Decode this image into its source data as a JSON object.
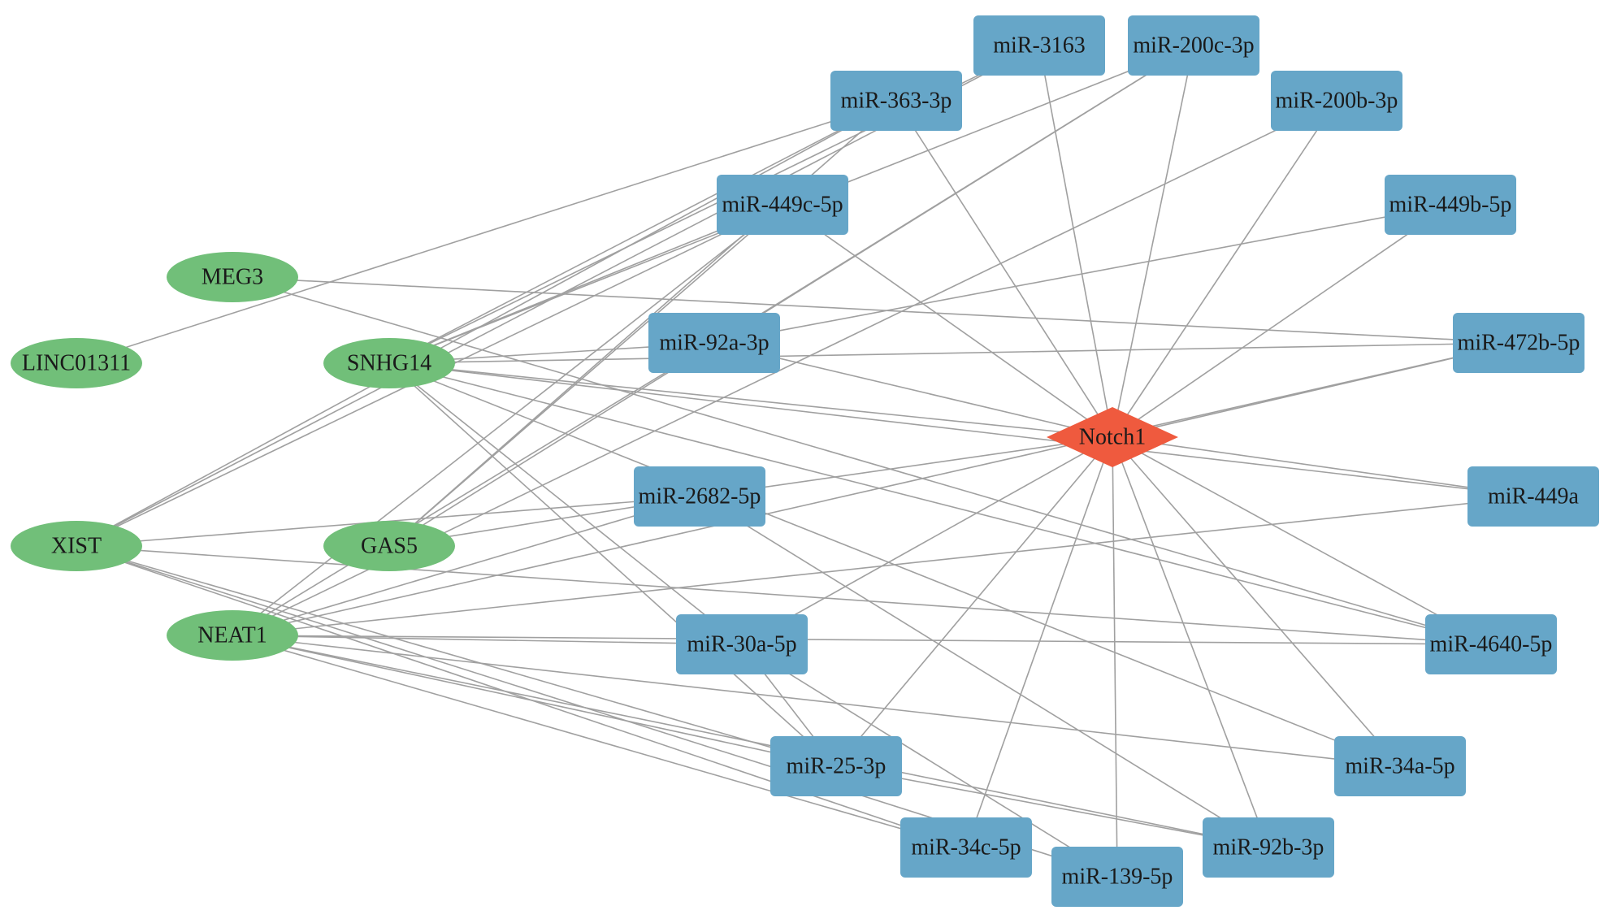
{
  "colors": {
    "lncrna": "#71bf79",
    "mirna": "#66a6c8",
    "gene": "#ef5a3e",
    "edge": "#a0a0a0",
    "text": "#1a1a1a"
  },
  "nodes": [
    {
      "id": "MEG3",
      "label": "MEG3",
      "kind": "lncrna"
    },
    {
      "id": "LINC01311",
      "label": "LINC01311",
      "kind": "lncrna"
    },
    {
      "id": "SNHG14",
      "label": "SNHG14",
      "kind": "lncrna"
    },
    {
      "id": "XIST",
      "label": "XIST",
      "kind": "lncrna"
    },
    {
      "id": "GAS5",
      "label": "GAS5",
      "kind": "lncrna"
    },
    {
      "id": "NEAT1",
      "label": "NEAT1",
      "kind": "lncrna"
    },
    {
      "id": "miR-3163",
      "label": "miR-3163",
      "kind": "mirna"
    },
    {
      "id": "miR-200c-3p",
      "label": "miR-200c-3p",
      "kind": "mirna"
    },
    {
      "id": "miR-363-3p",
      "label": "miR-363-3p",
      "kind": "mirna"
    },
    {
      "id": "miR-200b-3p",
      "label": "miR-200b-3p",
      "kind": "mirna"
    },
    {
      "id": "miR-449c-5p",
      "label": "miR-449c-5p",
      "kind": "mirna"
    },
    {
      "id": "miR-449b-5p",
      "label": "miR-449b-5p",
      "kind": "mirna"
    },
    {
      "id": "miR-92a-3p",
      "label": "miR-92a-3p",
      "kind": "mirna"
    },
    {
      "id": "miR-472b-5p",
      "label": "miR-472b-5p",
      "kind": "mirna"
    },
    {
      "id": "miR-2682-5p",
      "label": "miR-2682-5p",
      "kind": "mirna"
    },
    {
      "id": "miR-449a",
      "label": "miR-449a",
      "kind": "mirna"
    },
    {
      "id": "miR-30a-5p",
      "label": "miR-30a-5p",
      "kind": "mirna"
    },
    {
      "id": "miR-4640-5p",
      "label": "miR-4640-5p",
      "kind": "mirna"
    },
    {
      "id": "miR-25-3p",
      "label": "miR-25-3p",
      "kind": "mirna"
    },
    {
      "id": "miR-34a-5p",
      "label": "miR-34a-5p",
      "kind": "mirna"
    },
    {
      "id": "miR-34c-5p",
      "label": "miR-34c-5p",
      "kind": "mirna"
    },
    {
      "id": "miR-139-5p",
      "label": "miR-139-5p",
      "kind": "mirna"
    },
    {
      "id": "miR-92b-3p",
      "label": "miR-92b-3p",
      "kind": "mirna"
    },
    {
      "id": "Notch1",
      "label": "Notch1",
      "kind": "gene"
    }
  ],
  "edges": [
    [
      "Notch1",
      "miR-3163"
    ],
    [
      "Notch1",
      "miR-200c-3p"
    ],
    [
      "Notch1",
      "miR-363-3p"
    ],
    [
      "Notch1",
      "miR-200b-3p"
    ],
    [
      "Notch1",
      "miR-449c-5p"
    ],
    [
      "Notch1",
      "miR-449b-5p"
    ],
    [
      "Notch1",
      "miR-92a-3p"
    ],
    [
      "Notch1",
      "miR-472b-5p"
    ],
    [
      "Notch1",
      "miR-2682-5p"
    ],
    [
      "Notch1",
      "miR-449a"
    ],
    [
      "Notch1",
      "miR-30a-5p"
    ],
    [
      "Notch1",
      "miR-4640-5p"
    ],
    [
      "Notch1",
      "miR-25-3p"
    ],
    [
      "Notch1",
      "miR-34a-5p"
    ],
    [
      "Notch1",
      "miR-34c-5p"
    ],
    [
      "Notch1",
      "miR-139-5p"
    ],
    [
      "Notch1",
      "miR-92b-3p"
    ],
    [
      "LINC01311",
      "miR-363-3p"
    ],
    [
      "MEG3",
      "miR-472b-5p"
    ],
    [
      "MEG3",
      "miR-4640-5p"
    ],
    [
      "SNHG14",
      "miR-3163"
    ],
    [
      "SNHG14",
      "miR-200c-3p"
    ],
    [
      "SNHG14",
      "miR-363-3p"
    ],
    [
      "SNHG14",
      "miR-449c-5p"
    ],
    [
      "SNHG14",
      "miR-92a-3p"
    ],
    [
      "SNHG14",
      "miR-472b-5p"
    ],
    [
      "SNHG14",
      "miR-449a"
    ],
    [
      "SNHG14",
      "miR-30a-5p"
    ],
    [
      "SNHG14",
      "miR-4640-5p"
    ],
    [
      "SNHG14",
      "miR-25-3p"
    ],
    [
      "SNHG14",
      "miR-34a-5p"
    ],
    [
      "SNHG14",
      "Notch1"
    ],
    [
      "XIST",
      "miR-3163"
    ],
    [
      "XIST",
      "miR-363-3p"
    ],
    [
      "XIST",
      "miR-449c-5p"
    ],
    [
      "XIST",
      "miR-2682-5p"
    ],
    [
      "XIST",
      "miR-4640-5p"
    ],
    [
      "XIST",
      "miR-25-3p"
    ],
    [
      "XIST",
      "miR-34c-5p"
    ],
    [
      "XIST",
      "miR-139-5p"
    ],
    [
      "GAS5",
      "miR-200c-3p"
    ],
    [
      "GAS5",
      "miR-363-3p"
    ],
    [
      "GAS5",
      "miR-449c-5p"
    ],
    [
      "GAS5",
      "miR-2682-5p"
    ],
    [
      "NEAT1",
      "miR-200b-3p"
    ],
    [
      "NEAT1",
      "miR-449c-5p"
    ],
    [
      "NEAT1",
      "miR-92a-3p"
    ],
    [
      "NEAT1",
      "miR-472b-5p"
    ],
    [
      "NEAT1",
      "miR-2682-5p"
    ],
    [
      "NEAT1",
      "miR-449a"
    ],
    [
      "NEAT1",
      "miR-30a-5p"
    ],
    [
      "NEAT1",
      "miR-4640-5p"
    ],
    [
      "NEAT1",
      "miR-25-3p"
    ],
    [
      "NEAT1",
      "miR-34a-5p"
    ],
    [
      "NEAT1",
      "miR-34c-5p"
    ],
    [
      "NEAT1",
      "miR-92b-3p"
    ],
    [
      "miR-2682-5p",
      "miR-92b-3p"
    ],
    [
      "miR-30a-5p",
      "miR-139-5p"
    ],
    [
      "miR-30a-5p",
      "miR-25-3p"
    ],
    [
      "miR-25-3p",
      "miR-92b-3p"
    ],
    [
      "miR-449b-5p",
      "miR-92a-3p"
    ],
    [
      "miR-200c-3p",
      "miR-92a-3p"
    ]
  ]
}
